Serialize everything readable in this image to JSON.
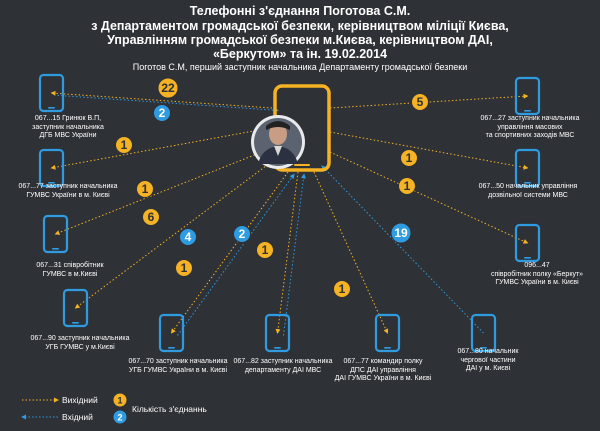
{
  "title_lines": [
    "Телефонні з'єднання Поготова С.М.",
    "з Департаментом громадської безпеки, керівництвом міліції Києва,",
    "Управлінням громадської безпеки м.Києва, керівництвом ДАІ,",
    "«Беркутом» та ін.  19.02.2014"
  ],
  "subtitle": "Поготов С.М, перший заступник начальника Департаменту громадської безпеки",
  "colors": {
    "background": "#2e3136",
    "phone": "#2f9be0",
    "center_phone": "#f4b224",
    "outgoing": "#f4b224",
    "incoming": "#2f9be0"
  },
  "contacts": [
    {
      "label_lines": [
        "067...15 Гринюк В.П,",
        "заступник начальника",
        "ДГБ МВС України"
      ],
      "outgoing": 22,
      "incoming": 2
    },
    {
      "label_lines": [
        "067...77 заступник начальника",
        "ГУМВС України в м. Києві"
      ],
      "outgoing": 1
    },
    {
      "label_lines": [
        "067...31 співробітник",
        "ГУМВС в м.Києві"
      ],
      "outgoing": 1
    },
    {
      "label_lines": [
        "067...90 заступник начальника",
        "УГБ ГУМВС у м.Києві"
      ],
      "outgoing": 6
    },
    {
      "label_lines": [
        "067...70 заступник начальника",
        "УГБ ГУМВС України в м. Києві"
      ],
      "outgoing": 1,
      "incoming": 4
    },
    {
      "label_lines": [
        "067...82 заступник начальника",
        "департаменту ДАІ МВС"
      ],
      "outgoing": 1,
      "incoming": 2
    },
    {
      "label_lines": [
        "067...77 командир полку",
        "ДПС ДАІ управління",
        "ДАІ ГУМВС України в м. Києві"
      ],
      "outgoing": 1
    },
    {
      "label_lines": [
        "067...80 начальник",
        "чергової частини",
        "ДАІ у м. Києві"
      ],
      "incoming": 19
    },
    {
      "label_lines": [
        "096...47",
        "співробітник полку «Беркут»",
        "ГУМВС України в м. Києві"
      ],
      "outgoing": 1
    },
    {
      "label_lines": [
        "067...50  начальник управління",
        "дозвільної системи МВС"
      ],
      "outgoing": 1
    },
    {
      "label_lines": [
        "067...27 заступник начальника",
        "управління масових",
        "та спортивних заходів МВС"
      ],
      "outgoing": 5
    }
  ],
  "legend": {
    "outgoing_label": "Вихідний",
    "incoming_label": "Вхідний",
    "count_label": "Кількість з'єднаннь",
    "outgoing_example": "1",
    "incoming_example": "2"
  }
}
